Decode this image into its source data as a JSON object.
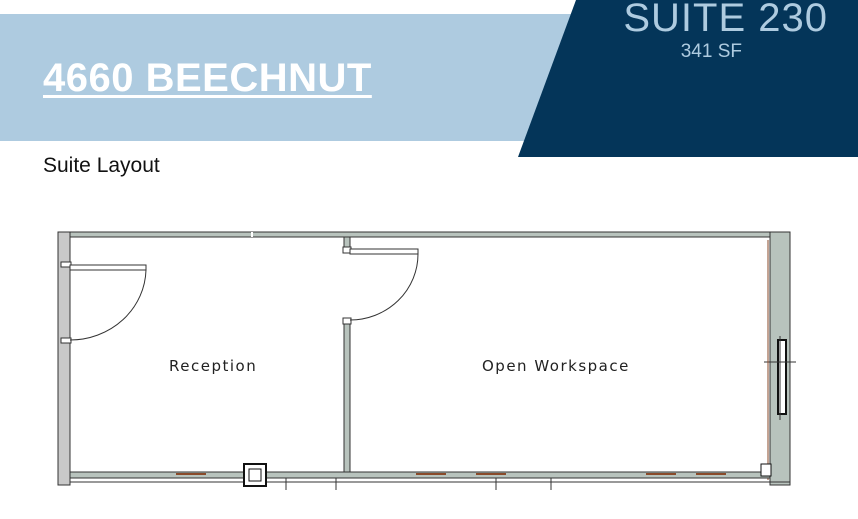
{
  "header": {
    "building_name": "4660 BEECHNUT",
    "suite_title": "SUITE 230",
    "suite_area": "341 SF"
  },
  "section": {
    "layout_label": "Suite Layout"
  },
  "floorplan": {
    "rooms": [
      {
        "label": "Reception"
      },
      {
        "label": "Open Workspace"
      }
    ]
  },
  "colors": {
    "light_blue": "#aecbe0",
    "navy": "#043559",
    "wall_fill": "#b8c3bd"
  }
}
